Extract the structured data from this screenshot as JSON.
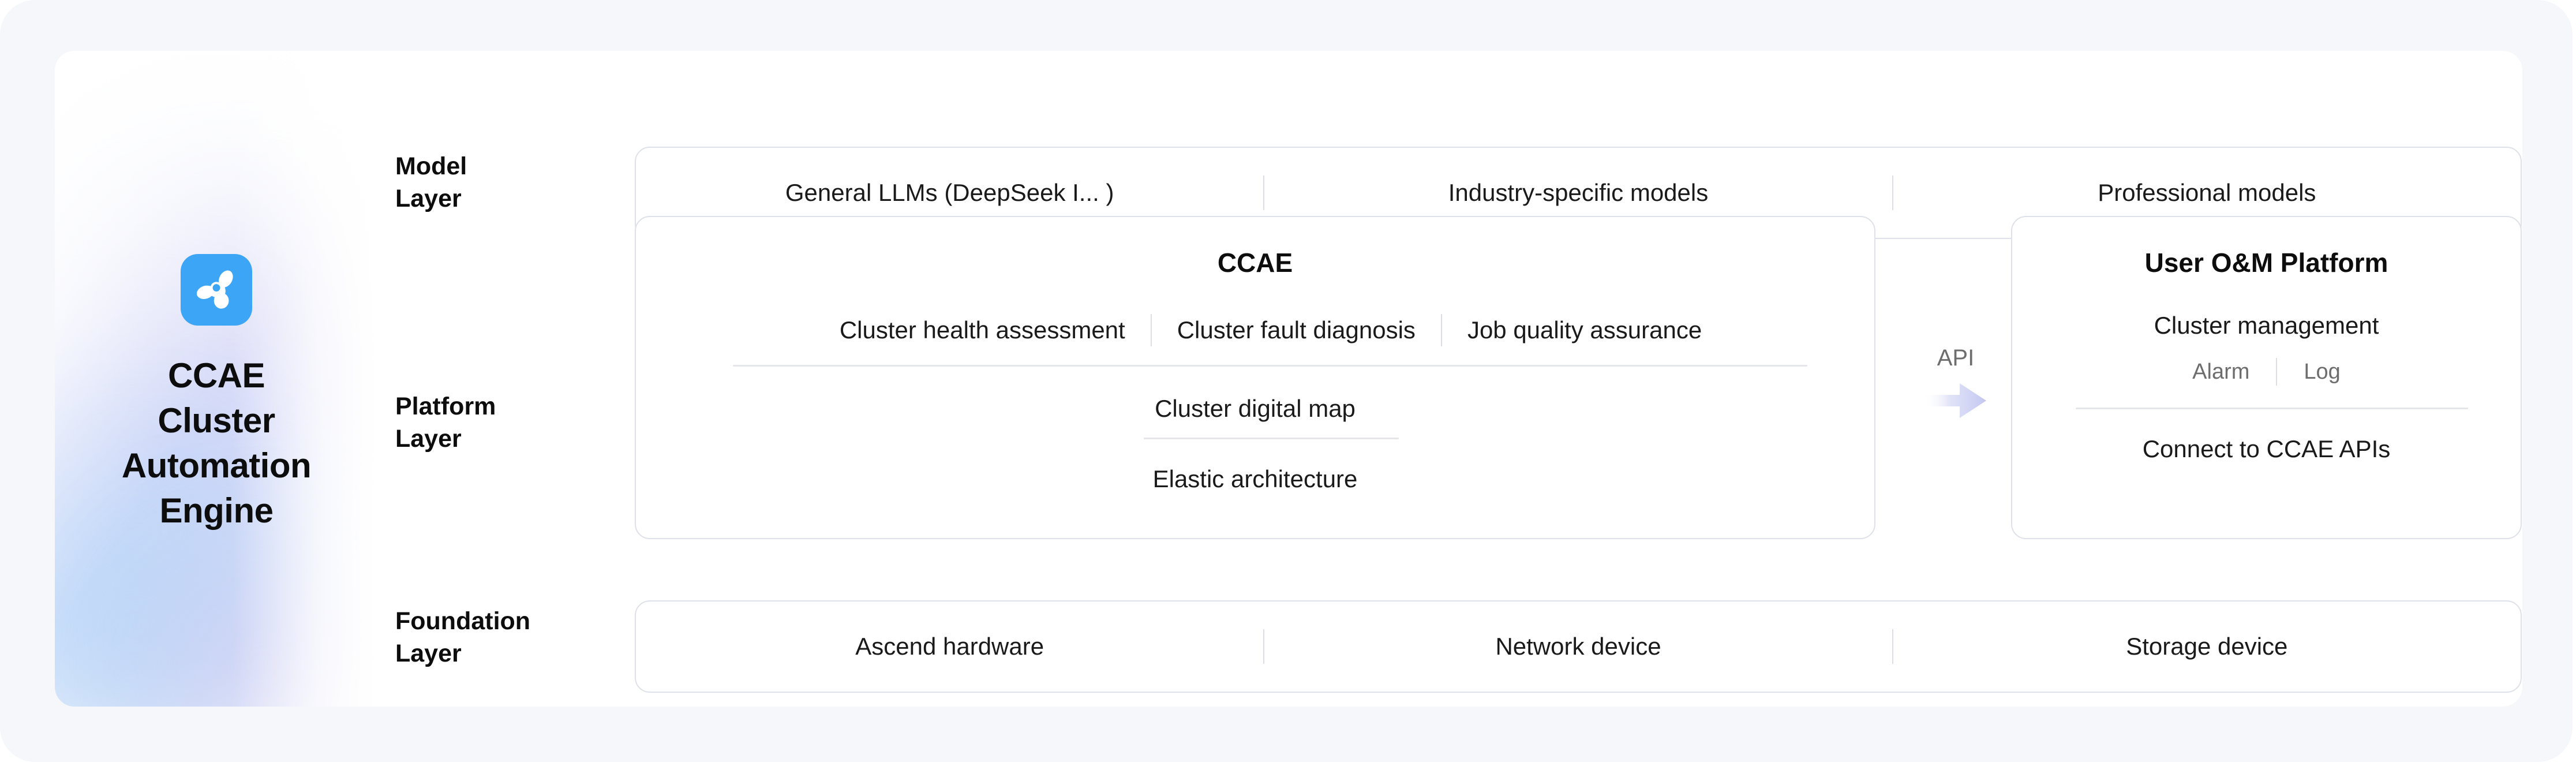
{
  "brand": {
    "icon_name": "ccae-app-icon",
    "title_lines": [
      "CCAE",
      "Cluster",
      "Automation",
      "Engine"
    ],
    "accent_color": "#3da5f5"
  },
  "layers": {
    "model": {
      "label_lines": [
        "Model",
        "Layer"
      ],
      "items": [
        "General LLMs (DeepSeek I... )",
        "Industry-specific models",
        "Professional models"
      ]
    },
    "platform": {
      "label_lines": [
        "Platform",
        "Layer"
      ],
      "ccae": {
        "title": "CCAE",
        "capabilities": [
          "Cluster health assessment",
          "Cluster fault diagnosis",
          "Job quality assurance"
        ],
        "row2": "Cluster digital map",
        "row3": "Elastic architecture"
      },
      "connector": {
        "label": "API",
        "icon_name": "arrow-right-icon",
        "color": "#c6c9f2"
      },
      "om": {
        "title": "User O&M Platform",
        "cluster_management": "Cluster management",
        "sub_items": [
          "Alarm",
          "Log"
        ],
        "connect": "Connect to CCAE APIs"
      }
    },
    "foundation": {
      "label_lines": [
        "Foundation",
        "Layer"
      ],
      "items": [
        "Ascend hardware",
        "Network device",
        "Storage device"
      ]
    }
  },
  "theme": {
    "outer_bg": "#f5f7fa",
    "card_bg": "#ffffff",
    "border": "#dfe1e9",
    "divider": "#dcdee4",
    "text": "#1a1a1a",
    "muted_text": "#6d6d6d"
  }
}
